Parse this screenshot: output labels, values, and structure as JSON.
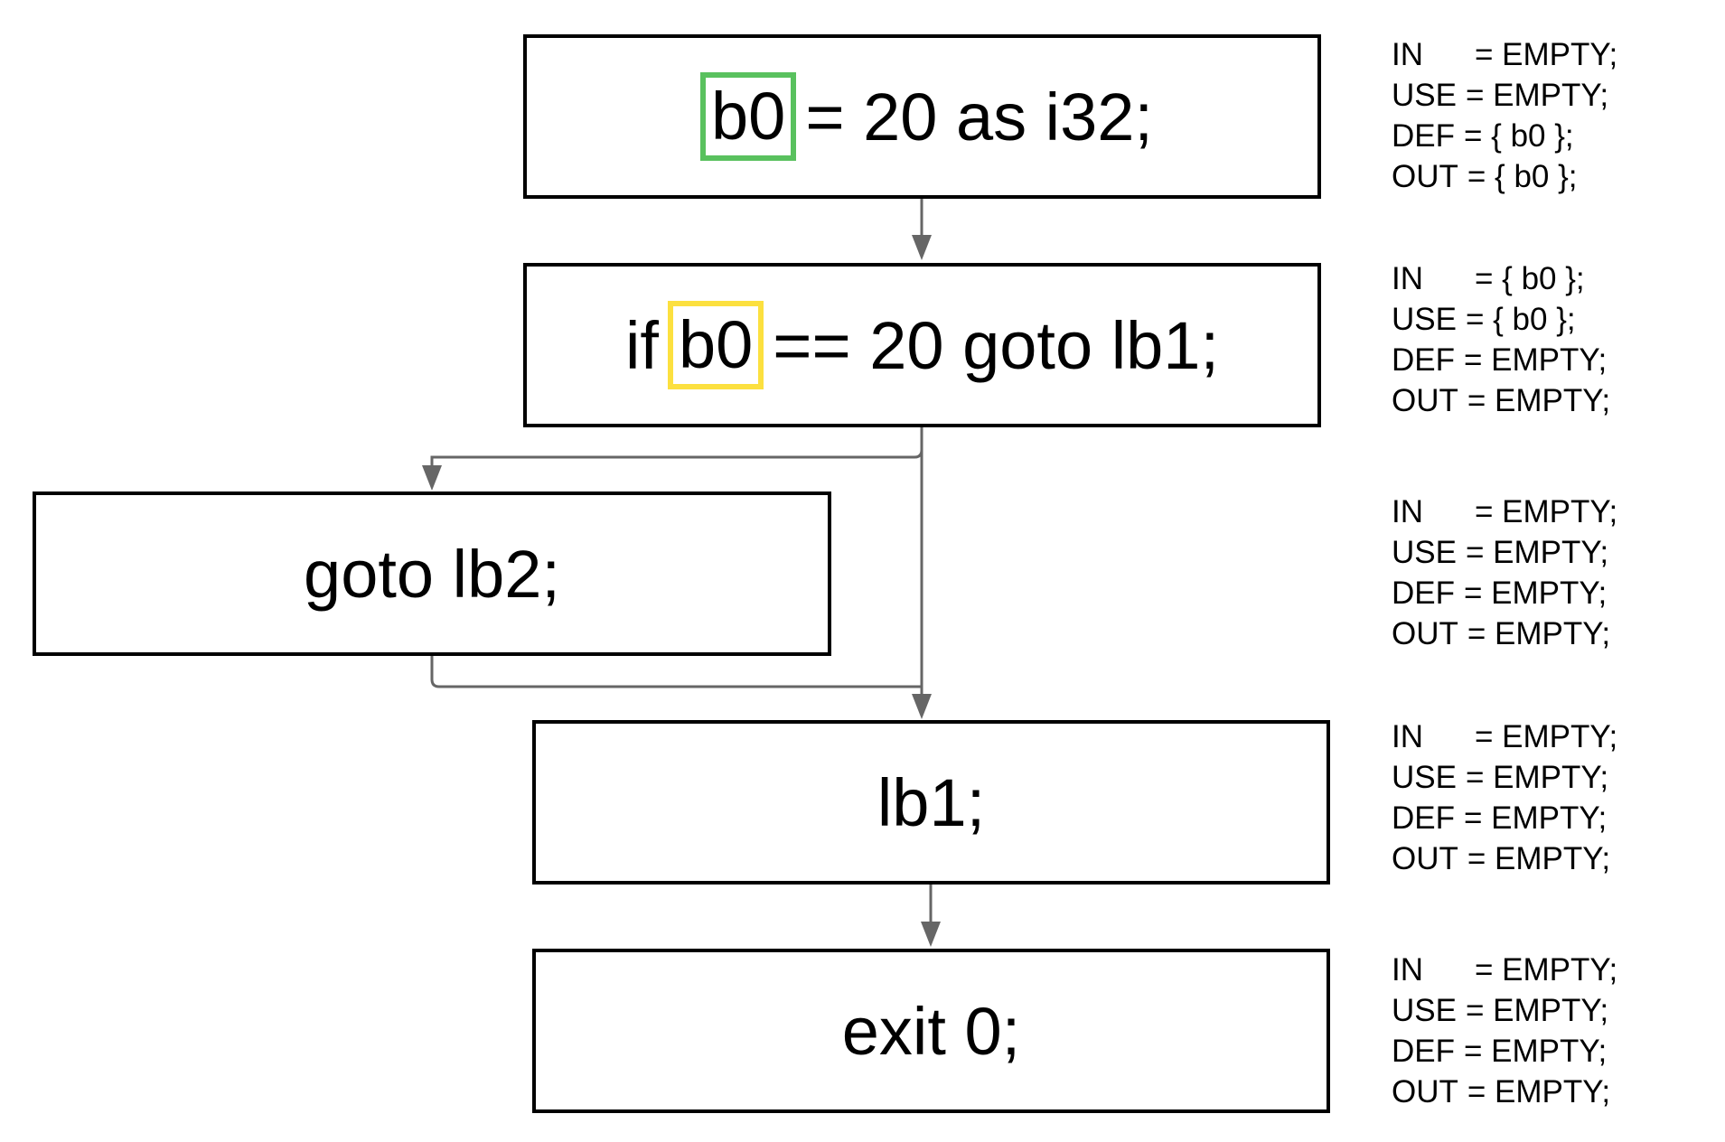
{
  "blocks": [
    {
      "id": "b1",
      "pre": "",
      "var": "b0",
      "post": "= 20 as i32;",
      "highlight": "#59c15e"
    },
    {
      "id": "b2",
      "pre": "if",
      "var": "b0",
      "post": "== 20 goto lb1;",
      "highlight": "#fce03f"
    },
    {
      "id": "b3",
      "text": "goto lb2;"
    },
    {
      "id": "b4",
      "text": "lb1;"
    },
    {
      "id": "b5",
      "text": "exit 0;"
    }
  ],
  "sets": [
    {
      "in": "= EMPTY;",
      "use": "= EMPTY;",
      "def": "= { b0 };",
      "out": "= { b0 };"
    },
    {
      "in": "= { b0 };",
      "use": "= { b0 };",
      "def": "= EMPTY;",
      "out": "= EMPTY;"
    },
    {
      "in": "= EMPTY;",
      "use": "= EMPTY;",
      "def": "= EMPTY;",
      "out": "= EMPTY;"
    },
    {
      "in": "= EMPTY;",
      "use": "= EMPTY;",
      "def": "= EMPTY;",
      "out": "= EMPTY;"
    },
    {
      "in": "= EMPTY;",
      "use": "= EMPTY;",
      "def": "= EMPTY;",
      "out": "= EMPTY;"
    }
  ],
  "labels": {
    "in": "IN",
    "use": "USE",
    "def": "DEF",
    "out": "OUT"
  },
  "colors": {
    "border": "#000000",
    "edge": "#666666"
  }
}
